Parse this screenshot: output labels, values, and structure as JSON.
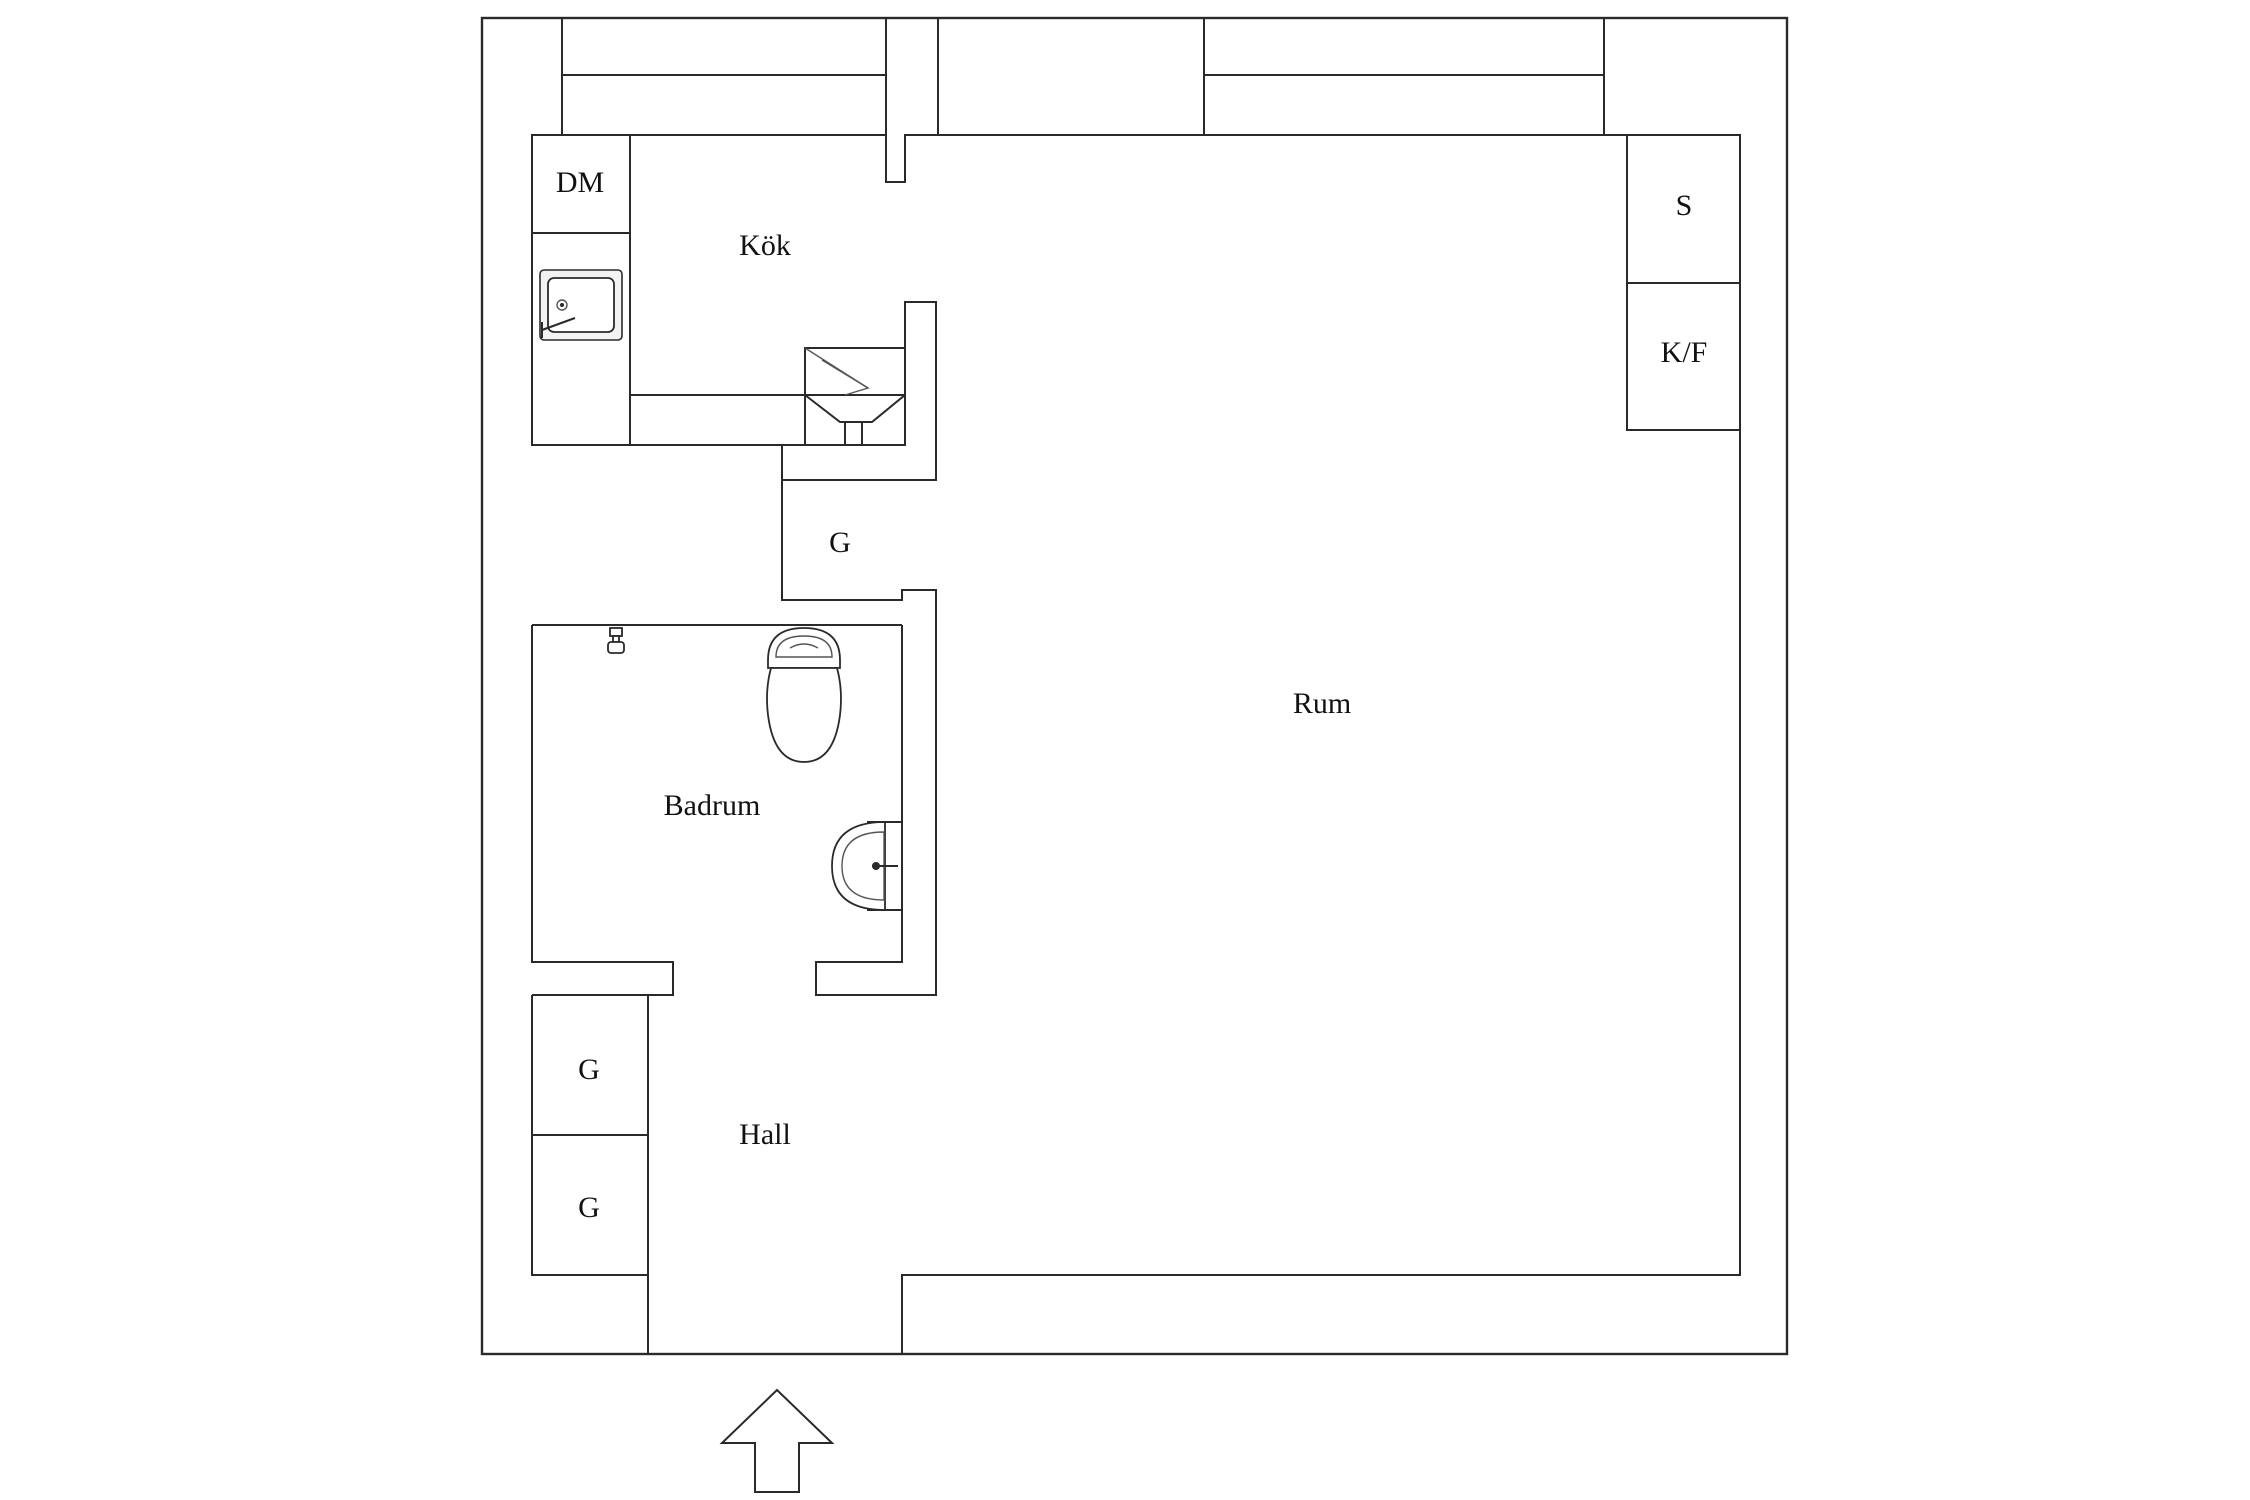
{
  "rooms": {
    "kok": "Kök",
    "rum": "Rum",
    "badrum": "Badrum",
    "hall": "Hall"
  },
  "fixtures": {
    "dm": "DM",
    "s": "S",
    "kf": "K/F",
    "g_kitchen": "G",
    "g_hall_top": "G",
    "g_hall_bottom": "G"
  },
  "icons": {
    "entrance": "entrance-arrow-icon",
    "sink": "kitchen-sink-icon",
    "stove": "stove-icon",
    "toilet": "toilet-icon",
    "washbasin": "washbasin-icon"
  },
  "colors": {
    "wall": "#2a2a2a",
    "background": "#ffffff"
  }
}
